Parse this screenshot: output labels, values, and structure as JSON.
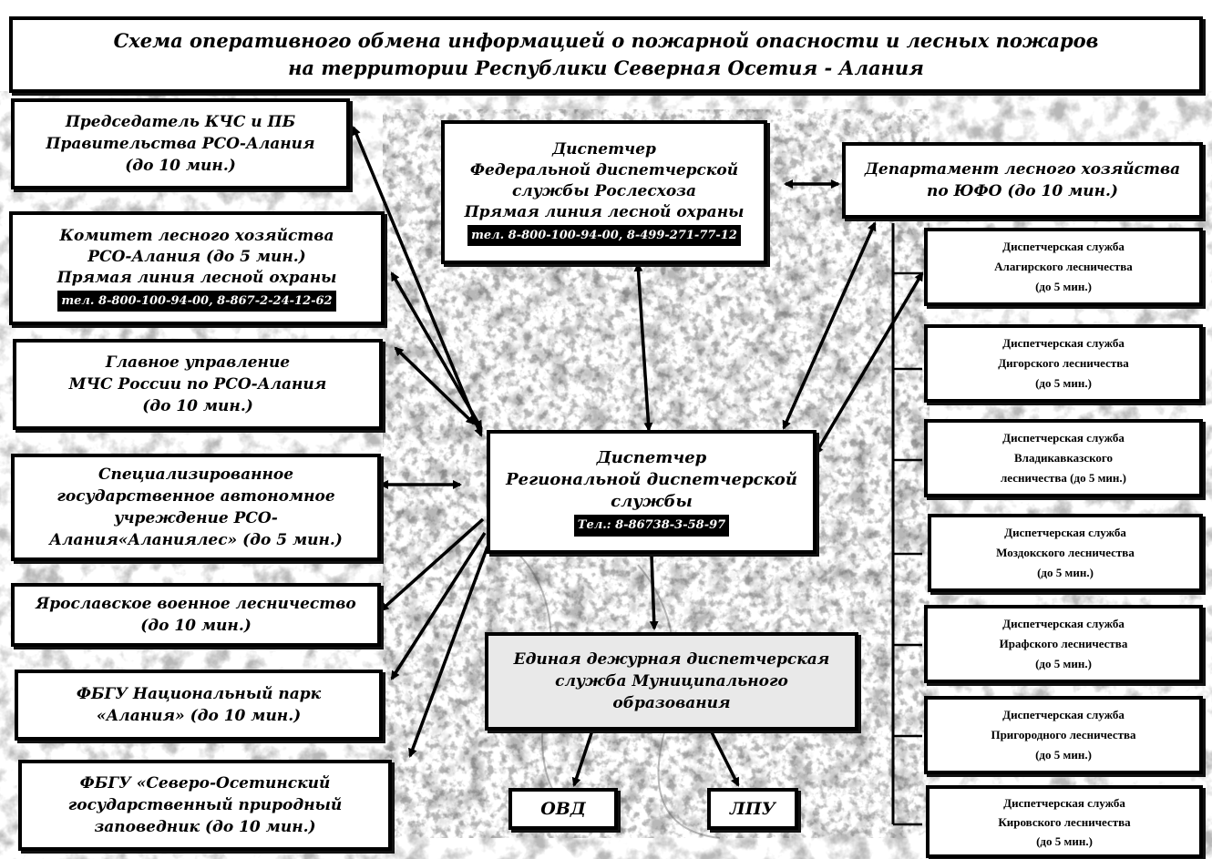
{
  "title": {
    "line1": "Схема оперативного обмена информацией о пожарной опасности и лесных пожаров",
    "line2": "на территории Республики Северная Осетия - Алания"
  },
  "left": {
    "chairman": {
      "l1": "Председатель КЧС и ПБ",
      "l2": "Правительства РСО-Алания",
      "l3": "(до 10 мин.)"
    },
    "committee": {
      "l1": "Комитет лесного хозяйства",
      "l2": "РСО-Алания (до 5 мин.)",
      "l3": "Прямая линия лесной охраны",
      "tel": "тел. 8-800-100-94-00, 8-867-2-24-12-62"
    },
    "mchs": {
      "l1": "Главное управление",
      "l2": "МЧС России по РСО-Алания",
      "l3": "(до 10 мин.)"
    },
    "alanialesa": {
      "l1": "Специализированное",
      "l2": "государственное автономное",
      "l3": "учреждение РСО-",
      "l4": "Алания«Аланиялес» (до 5 мин.)"
    },
    "yaroslavl": {
      "l1": "Ярославское военное лесничество",
      "l2": "(до 10 мин.)"
    },
    "park": {
      "l1": "ФБГУ Национальный парк",
      "l2": "«Алания» (до 10 мин.)"
    },
    "reserve": {
      "l1": "ФБГУ «Северо-Осетинский",
      "l2": "государственный природный",
      "l3": "заповедник (до 10 мин.)"
    }
  },
  "center": {
    "federal": {
      "l1": "Диспетчер",
      "l2": "Федеральной диспетчерской",
      "l3": "службы Рослесхоза",
      "l4": "Прямая линия лесной охраны",
      "tel": "тел. 8-800-100-94-00, 8-499-271-77-12"
    },
    "regional": {
      "l1": "Диспетчер",
      "l2": "Региональной диспетчерской",
      "l3": "службы",
      "tel": "Тел.: 8-86738-3-58-97"
    },
    "edds": {
      "l1": "Единая дежурная диспетчерская",
      "l2": "служба Муниципального",
      "l3": "образования"
    },
    "ovd": "ОВД",
    "lpu": "ЛПУ"
  },
  "right": {
    "department": {
      "l1": "Департамент лесного хозяйства",
      "l2": "по ЮФО (до 10 мин.)"
    },
    "forestries": [
      {
        "l1": "Диспетчерская служба",
        "l2": "Алагирского лесничества",
        "l3": "(до 5 мин.)"
      },
      {
        "l1": "Диспетчерская служба",
        "l2": "Дигорского лесничества",
        "l3": "(до 5 мин.)"
      },
      {
        "l1": "Диспетчерская служба",
        "l2": "Владикавказского",
        "l3": "лесничества (до 5 мин.)"
      },
      {
        "l1": "Диспетчерская служба",
        "l2": "Моздокского лесничества",
        "l3": "(до 5 мин.)"
      },
      {
        "l1": "Диспетчерская служба",
        "l2": "Ирафского лесничества",
        "l3": "(до 5 мин.)"
      },
      {
        "l1": "Диспетчерская служба",
        "l2": "Пригородного лесничества",
        "l3": "(до 5 мин.)"
      },
      {
        "l1": "Диспетчерская служба",
        "l2": "Кировского лесничества",
        "l3": "(до 5 мин.)"
      }
    ]
  },
  "colors": {
    "border": "#000000",
    "map_texture": "#8a8a8a",
    "background": "#ffffff"
  }
}
